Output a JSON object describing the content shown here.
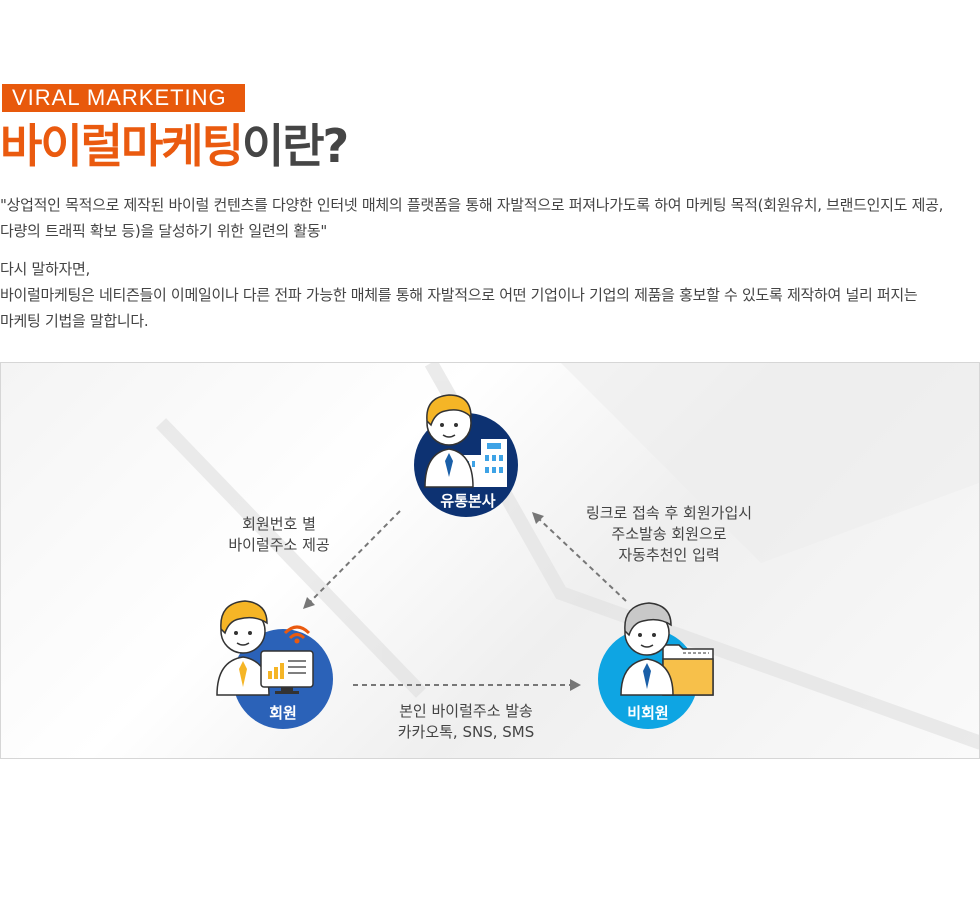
{
  "header": {
    "tag": "VIRAL MARKETING",
    "title_highlight": "바이럴마케팅",
    "title_rest": "이란?"
  },
  "intro": {
    "line1": "\"상업적인 목적으로 제작된 바이럴 컨텐츠를 다양한 인터넷 매체의 플랫폼을 통해 자발적으로 퍼져나가도록 하여 마케팅 목적(회원유치, 브랜드인지도 제공,",
    "line2": "다량의 트래픽 확보 등)을 달성하기 위한 일련의 활동\""
  },
  "explain": {
    "line1": "다시 말하자면,",
    "line2": "바이럴마케팅은 네티즌들이 이메일이나 다른 전파 가능한 매체를 통해 자발적으로 어떤 기업이나 기업의 제품을 홍보할 수 있도록 제작하여 널리 퍼지는",
    "line3": "마케팅 기법을 말합니다."
  },
  "diagram": {
    "hq_label": "유통본사",
    "member_label": "회원",
    "nonmember_label": "비회원",
    "caption_left": [
      "회원번호 별",
      "바이럴주소 제공"
    ],
    "caption_right": [
      "링크로 접속 후 회원가입시",
      "주소발송 회원으로",
      "자동추천인 입력"
    ],
    "caption_bottom": [
      "본인 바이럴주소 발송",
      "카카오톡, SNS, SMS"
    ],
    "colors": {
      "hq_circle": "#0d3272",
      "member_circle": "#2b62b8",
      "nonmember_circle": "#0ea5e3",
      "accent": "#ea5a0f"
    }
  }
}
